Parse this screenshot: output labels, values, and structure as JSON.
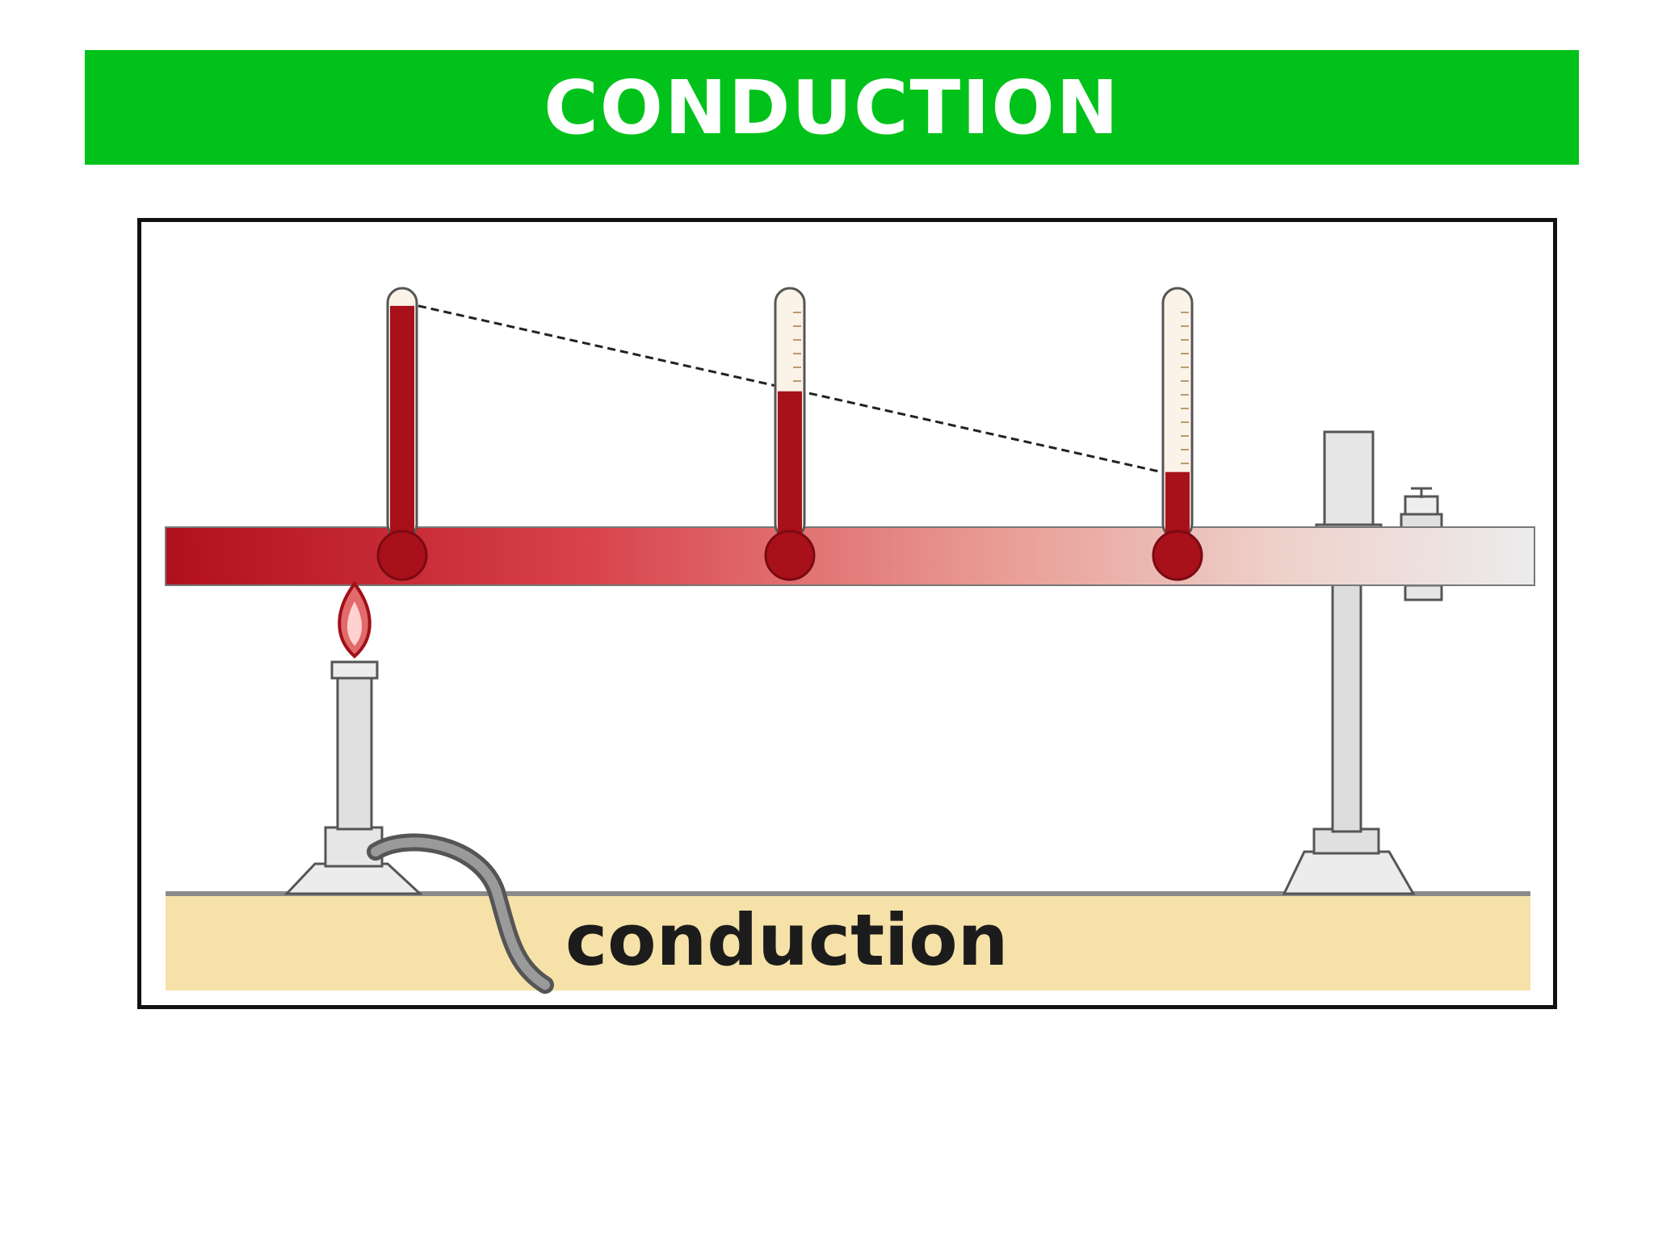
{
  "slide": {
    "title": "CONDUCTION",
    "caption": "conduction"
  },
  "colors": {
    "banner": "#00c21a",
    "title_text": "#ffffff",
    "hot": "#b0101c",
    "warm_end": "#ececec",
    "mercury": "#a8101a",
    "table_top": "#f6e2a8",
    "stand_grey": "#d8d8d8",
    "outline": "#555555"
  },
  "thermometers": [
    {
      "label": "thermometer-near-flame",
      "level": 0.98
    },
    {
      "label": "thermometer-middle",
      "level": 0.62
    },
    {
      "label": "thermometer-far",
      "level": 0.28
    }
  ],
  "icons": {
    "flame": "flame-icon",
    "burner": "bunsen-burner-icon",
    "stand": "retort-stand-icon",
    "clamp": "clamp-screw-icon",
    "hose": "gas-hose-icon"
  }
}
